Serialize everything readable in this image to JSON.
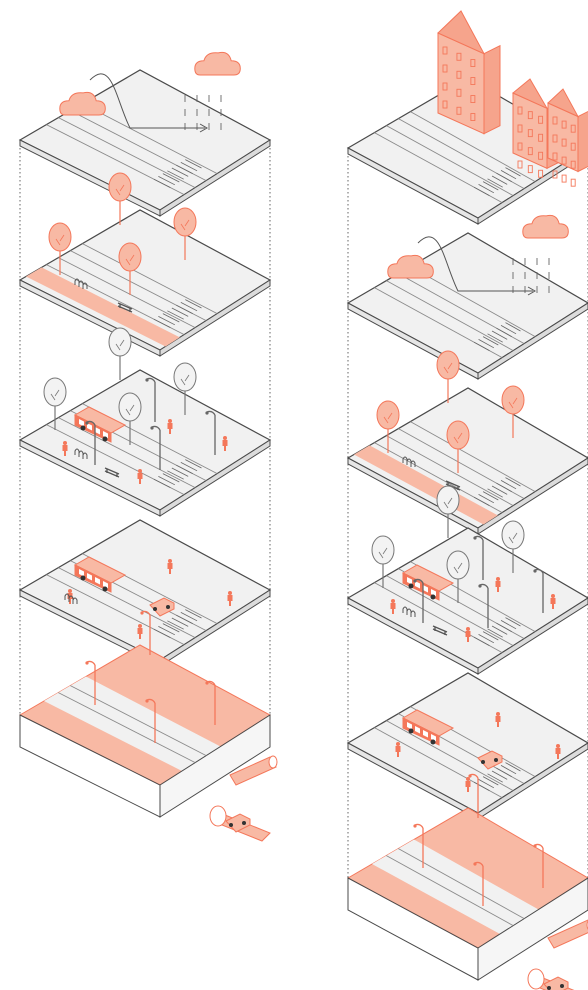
{
  "diagram": {
    "kind": "exploded-axonometric-street-layers",
    "colors": {
      "accent": "#f4775a",
      "accent_fill": "#f8b9a4",
      "accent_light": "#fbd9cc",
      "surface": "#f1f1f1",
      "outline": "#4a4a4a",
      "guide": "#555555"
    },
    "stacks": [
      {
        "id": "left",
        "layers": [
          {
            "id": "climate",
            "icons": [
              "cloud-icon",
              "cloud-icon",
              "rain-icon",
              "wind-arrow-icon"
            ]
          },
          {
            "id": "greenery",
            "icons": [
              "tree-icon",
              "tree-icon",
              "tree-icon",
              "bench-icon",
              "bike-rack-icon"
            ]
          },
          {
            "id": "activity",
            "icons": [
              "tree-icon",
              "bus-icon",
              "street-lamp-icon",
              "pedestrian-icon",
              "bench-icon"
            ]
          },
          {
            "id": "traffic",
            "icons": [
              "bus-icon",
              "car-icon",
              "pedestrian-icon",
              "bike-rack-icon"
            ]
          },
          {
            "id": "infrastructure",
            "icons": [
              "street-lamp-icon",
              "pipe-icon",
              "tunnel-icon"
            ]
          }
        ]
      },
      {
        "id": "right",
        "layers": [
          {
            "id": "buildings",
            "icons": [
              "building-icon",
              "building-icon",
              "building-icon"
            ]
          },
          {
            "id": "climate",
            "icons": [
              "cloud-icon",
              "cloud-icon",
              "rain-icon",
              "wind-arrow-icon"
            ]
          },
          {
            "id": "greenery",
            "icons": [
              "tree-icon",
              "tree-icon",
              "tree-icon",
              "bench-icon",
              "bike-rack-icon"
            ]
          },
          {
            "id": "activity",
            "icons": [
              "tree-icon",
              "bus-icon",
              "street-lamp-icon",
              "pedestrian-icon",
              "bench-icon"
            ]
          },
          {
            "id": "traffic",
            "icons": [
              "bus-icon",
              "car-icon",
              "pedestrian-icon"
            ]
          },
          {
            "id": "infrastructure",
            "icons": [
              "street-lamp-icon",
              "pipe-icon",
              "tunnel-icon"
            ]
          }
        ]
      }
    ]
  }
}
